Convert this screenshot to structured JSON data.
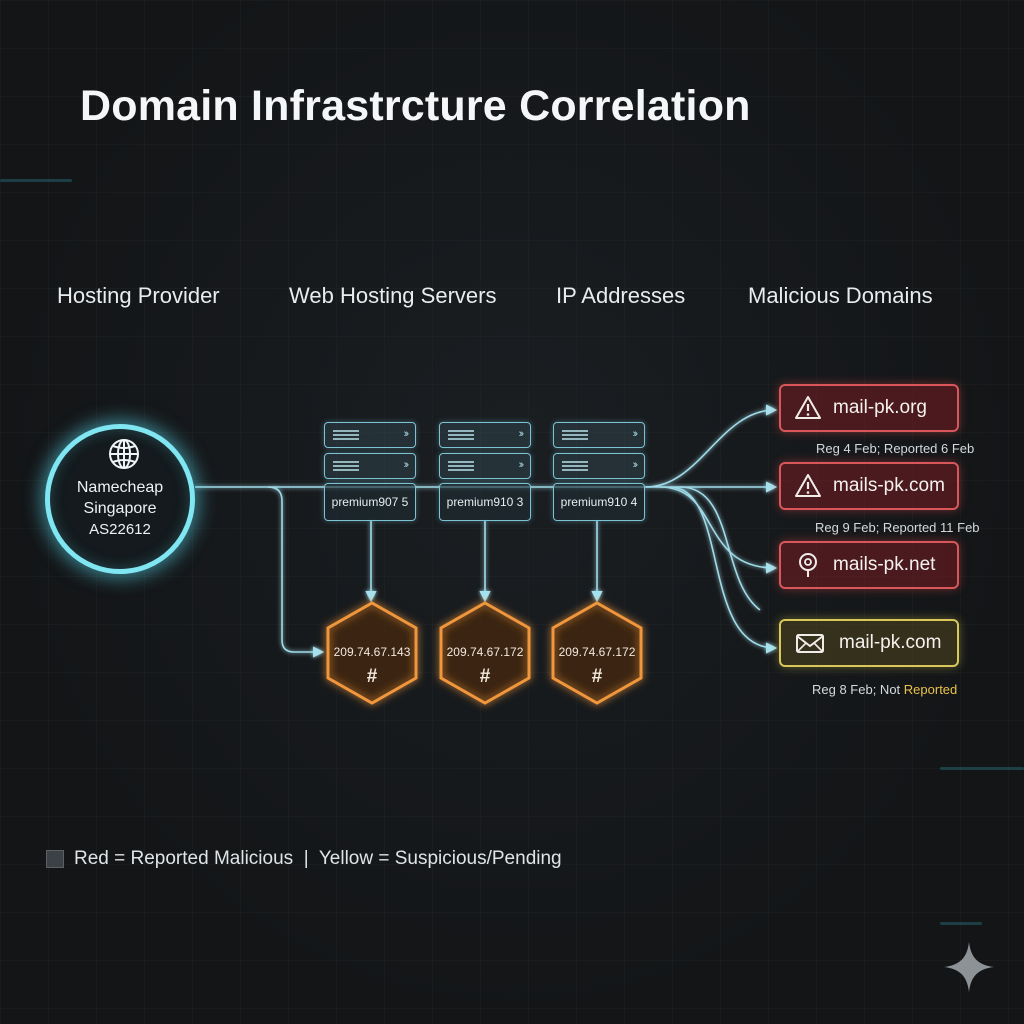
{
  "title": "Domain Infrastrcture Correlation",
  "columns": {
    "provider": "Hosting Provider",
    "servers": "Web Hosting Servers",
    "ips": "IP Addresses",
    "domains": "Malicious Domains"
  },
  "provider": {
    "name": "Namecheap",
    "location": "Singapore",
    "asn": "AS22612",
    "icon": "globe-icon"
  },
  "servers": [
    {
      "label": "premium907 5",
      "icon": "server-rack-icon"
    },
    {
      "label": "premium910 3",
      "icon": "server-rack-icon"
    },
    {
      "label": "premium910 4",
      "icon": "server-rack-icon"
    }
  ],
  "ips": [
    {
      "address": "209.74.67.143",
      "symbol": "#"
    },
    {
      "address": "209.74.67.172",
      "symbol": "#"
    },
    {
      "address": "209.74.67.172",
      "symbol": "#"
    }
  ],
  "domains": [
    {
      "name": "mail-pk.org",
      "status": "reported",
      "icon": "warning-icon",
      "meta": "Reg 4 Feb; Reported 6 Feb"
    },
    {
      "name": "mails-pk.com",
      "status": "reported",
      "icon": "warning-icon",
      "meta": "Reg 9 Feb; Reported 11 Feb"
    },
    {
      "name": "mails-pk.net",
      "status": "reported",
      "icon": "location-pin-icon",
      "meta": ""
    },
    {
      "name": "mail-pk.com",
      "status": "suspicious",
      "icon": "mail-icon",
      "meta_prefix": "Reg 8 Feb; Not ",
      "meta_accent": "Reported"
    }
  ],
  "legend": "Red = Reported Malicious  |  Yellow = Suspicious/Pending",
  "colors": {
    "background": "#131517",
    "provider": "#7fe6f2",
    "server": "#7cc4d4",
    "ip": "#f0963c",
    "reported": "#d9575a",
    "suspicious": "#d9c75a",
    "connector": "#9fdbe8"
  },
  "watermark_icon": "sparkle-star-icon"
}
